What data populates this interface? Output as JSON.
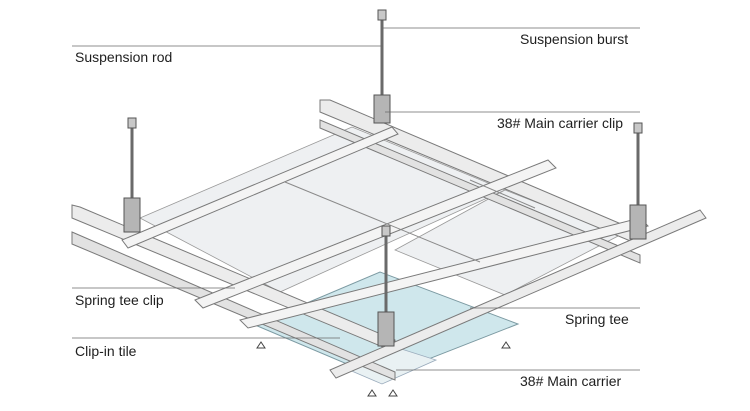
{
  "labels": {
    "suspension_rod": "Suspension rod",
    "suspension_burst": "Suspension burst",
    "main_carrier_clip": "38# Main carrier clip",
    "spring_tee_clip": "Spring tee clip",
    "spring_tee": "Spring tee",
    "clip_in_tile": "Clip-in tile",
    "main_carrier": "38# Main carrier"
  },
  "colors": {
    "line": "#6a6a6a",
    "rail_fill": "#ececec",
    "rail_edge": "#7a7a7a",
    "panel_fill": "#eef0f2",
    "tile_fill": "#cfe7ec",
    "rod": "#6a6a6a",
    "clip": "#b5b5b5",
    "text": "#1e1e1e"
  }
}
